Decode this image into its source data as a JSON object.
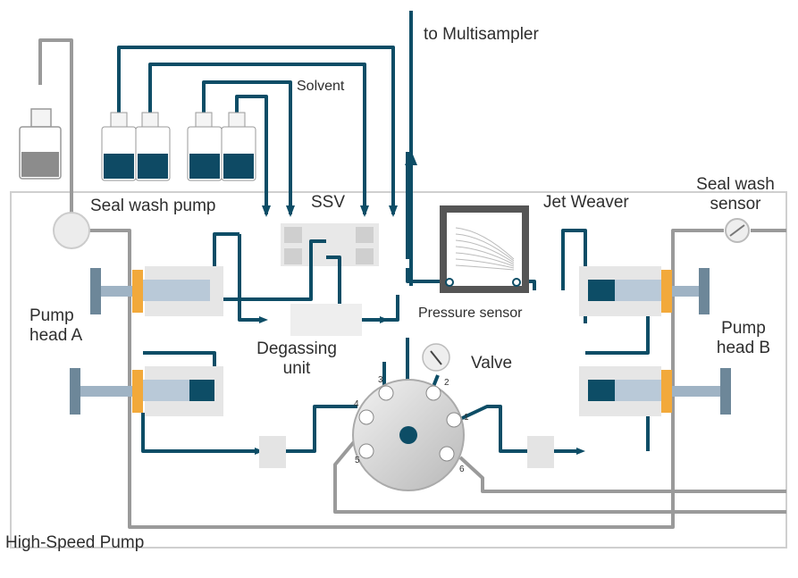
{
  "labels": {
    "to_multisampler": "to Multisampler",
    "solvent": "Solvent",
    "seal_wash_pump": "Seal wash pump",
    "ssv": "SSV",
    "jet_weaver": "Jet Weaver",
    "seal_wash_sensor": "Seal wash sensor",
    "pump_head_a": "Pump head A",
    "pump_head_b": "Pump head B",
    "degassing_unit": "Degassing unit",
    "valve": "Valve",
    "pressure_sensor": "Pressure sensor",
    "high_speed_pump": "High-Speed Pump"
  },
  "valve_ports": [
    "1",
    "2",
    "3",
    "4",
    "5",
    "6"
  ],
  "colors": {
    "flow_line": "#0d4d66",
    "wash_line": "#9a9a9a",
    "bottle": "#0e4a64",
    "wash_bottle": "#8c8c8c",
    "seal": "#f2a93b",
    "housing": "#c9c9c9"
  }
}
